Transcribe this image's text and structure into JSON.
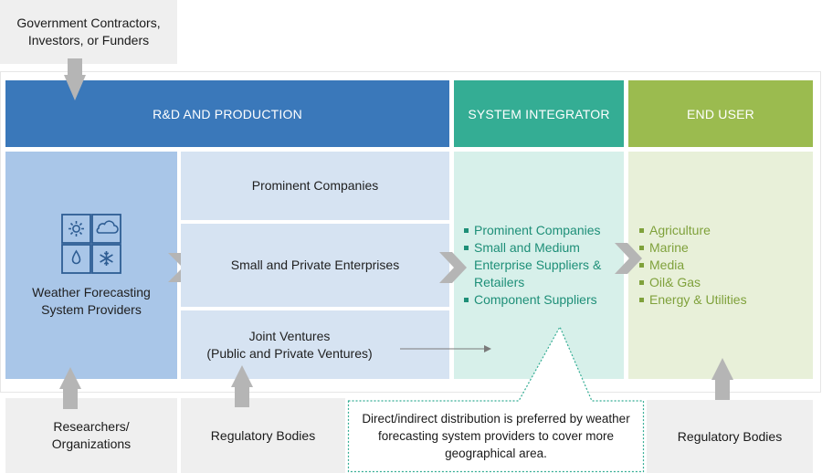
{
  "top_source": {
    "label": "Government Contractors,\nInvestors, or Funders"
  },
  "headers": {
    "rd_production": "R&D AND PRODUCTION",
    "system_integrator": "SYSTEM INTEGRATOR",
    "end_user": "END USER"
  },
  "rd_panel": {
    "label": "Weather Forecasting\nSystem Providers"
  },
  "rd_rows": [
    {
      "label": "Prominent Companies"
    },
    {
      "label": "Small and Private Enterprises"
    },
    {
      "label": "Joint Ventures\n(Public and Private Ventures)"
    }
  ],
  "system_integrator_items": [
    "Prominent Companies",
    "Small and Medium Enterprise Suppliers & Retailers",
    "Component Suppliers"
  ],
  "end_user_items": [
    "Agriculture",
    "Marine",
    "Media",
    "Oil& Gas",
    "Energy & Utilities"
  ],
  "bottom_boxes": {
    "researchers": "Researchers/\nOrganizations",
    "regulatory_left": "Regulatory Bodies",
    "regulatory_right": "Regulatory Bodies"
  },
  "callout": {
    "text": "Direct/indirect distribution is preferred by weather forecasting system providers to cover more geographical area."
  },
  "weather_icons": [
    "sun-icon",
    "cloud-icon",
    "raindrop-icon",
    "snowflake-icon"
  ],
  "colors": {
    "rd_header": "#3a78ba",
    "system_integrator_header": "#34ad94",
    "end_user_header": "#9bbb4f",
    "teal_text": "#1e8f78",
    "green_text": "#7fa13b"
  }
}
